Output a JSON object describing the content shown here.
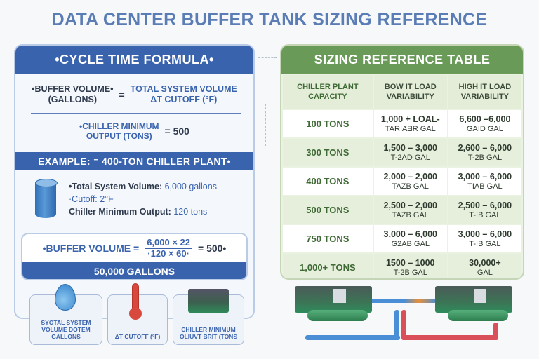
{
  "title": "DATA CENTER BUFFER TANK SIZING REFERENCE",
  "colors": {
    "blue": "#3a63ae",
    "green": "#6a9a58",
    "title": "#5b7db5"
  },
  "formula_panel": {
    "header": "•CYCLE TIME FORMULA•",
    "lhs_line1": "•BUFFER VOLUME•",
    "lhs_line2": "(GALLONS)",
    "equals": "=",
    "rhs_line1": "TOTAL SYSTEM VOLUME",
    "rhs_line2": "ΔT CUTOFF (°F)",
    "divisor_line1": "•CHILLER MINIMUM",
    "divisor_line2": "OUTPUT (TONS)",
    "divisor_result": "= 500"
  },
  "example": {
    "header": "EXAMPLE: ⁼  400-TON CHILLER PLANT•",
    "icon": "water-barrel-icon",
    "items": [
      {
        "key": "•Total System Volume:",
        "value": "6,000 gallons"
      },
      {
        "key": "",
        "value": "·Cutoff: 2°F"
      },
      {
        "key": "Chiller Minimum Output:",
        "value": "120 tons"
      }
    ]
  },
  "calculation": {
    "label": "•BUFFER VOLUME =",
    "numerator": "6,000 × 22",
    "denominator": "·120 × 60·",
    "result": "= 500•",
    "total": "50,000 GALLONS"
  },
  "icon_cards": [
    {
      "icon": "water-drop-icon",
      "label": "SYOTAL SYSTEM VOLUME DOTEM GALLONS"
    },
    {
      "icon": "thermometer-icon",
      "label": "ΔT CUTOFF (°F)"
    },
    {
      "icon": "chiller-icon",
      "label": "CHILLER MINIMUM OLIUVT BRIT (TONS"
    }
  ],
  "table": {
    "header": "SIZING REFERENCE TABLE",
    "columns": [
      "CHILLER PLANT CAPACITY",
      "BOW IT LOAD VARIABILITY",
      "HIGH IT LOAD VARIABILITY"
    ],
    "rows": [
      {
        "capacity": "100 TONS",
        "low": "1,000 + LOAL-",
        "low_sub": "TARIAƎR GAL",
        "high": "6,600 –6,000",
        "high_sub": "GAID GAL"
      },
      {
        "capacity": "300 TONS",
        "low": "1,500 – 3,000",
        "low_sub": "T-2AD GAL",
        "high": "2,600 – 6,000",
        "high_sub": "T-2B GAL"
      },
      {
        "capacity": "400 TONS",
        "low": "2,000 – 2,000",
        "low_sub": "TAZB GAL",
        "high": "3,000 – 6,000",
        "high_sub": "TIAB GAL"
      },
      {
        "capacity": "500 TONS",
        "low": "2,500 – 2,000",
        "low_sub": "TAZB GAL",
        "high": "2,500 – 6,000",
        "high_sub": "T-IB GAL"
      },
      {
        "capacity": "750 TONS",
        "low": "3,000 – 6,000",
        "low_sub": "G2AB GAL",
        "high": "3,000 – 6,000",
        "high_sub": "T-IB GAL"
      },
      {
        "capacity": "1,000+ TONS",
        "low": "1500 – 1000",
        "low_sub": "T-2B GAL",
        "high": "30,000+",
        "high_sub": "GAL"
      }
    ]
  },
  "illustration": {
    "label": "chiller-plant-piping-illustration"
  }
}
